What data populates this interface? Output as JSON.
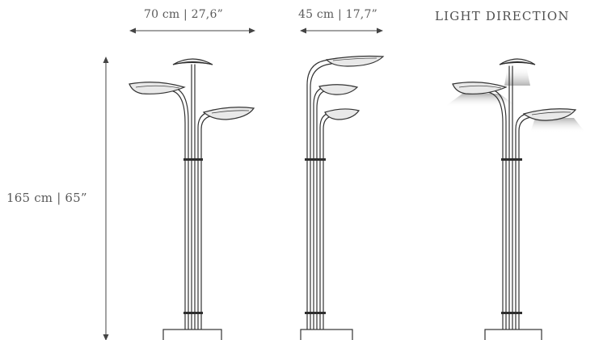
{
  "dimensions": {
    "width_full": "70 cm | 27,6”",
    "width_compact": "45 cm | 17,7”",
    "height": "165 cm | 65”"
  },
  "light_direction_title": "LIGHT DIRECTION",
  "colors": {
    "line": "#333333",
    "text": "#5a5a5a",
    "light_glow": "#b9b9b9"
  }
}
